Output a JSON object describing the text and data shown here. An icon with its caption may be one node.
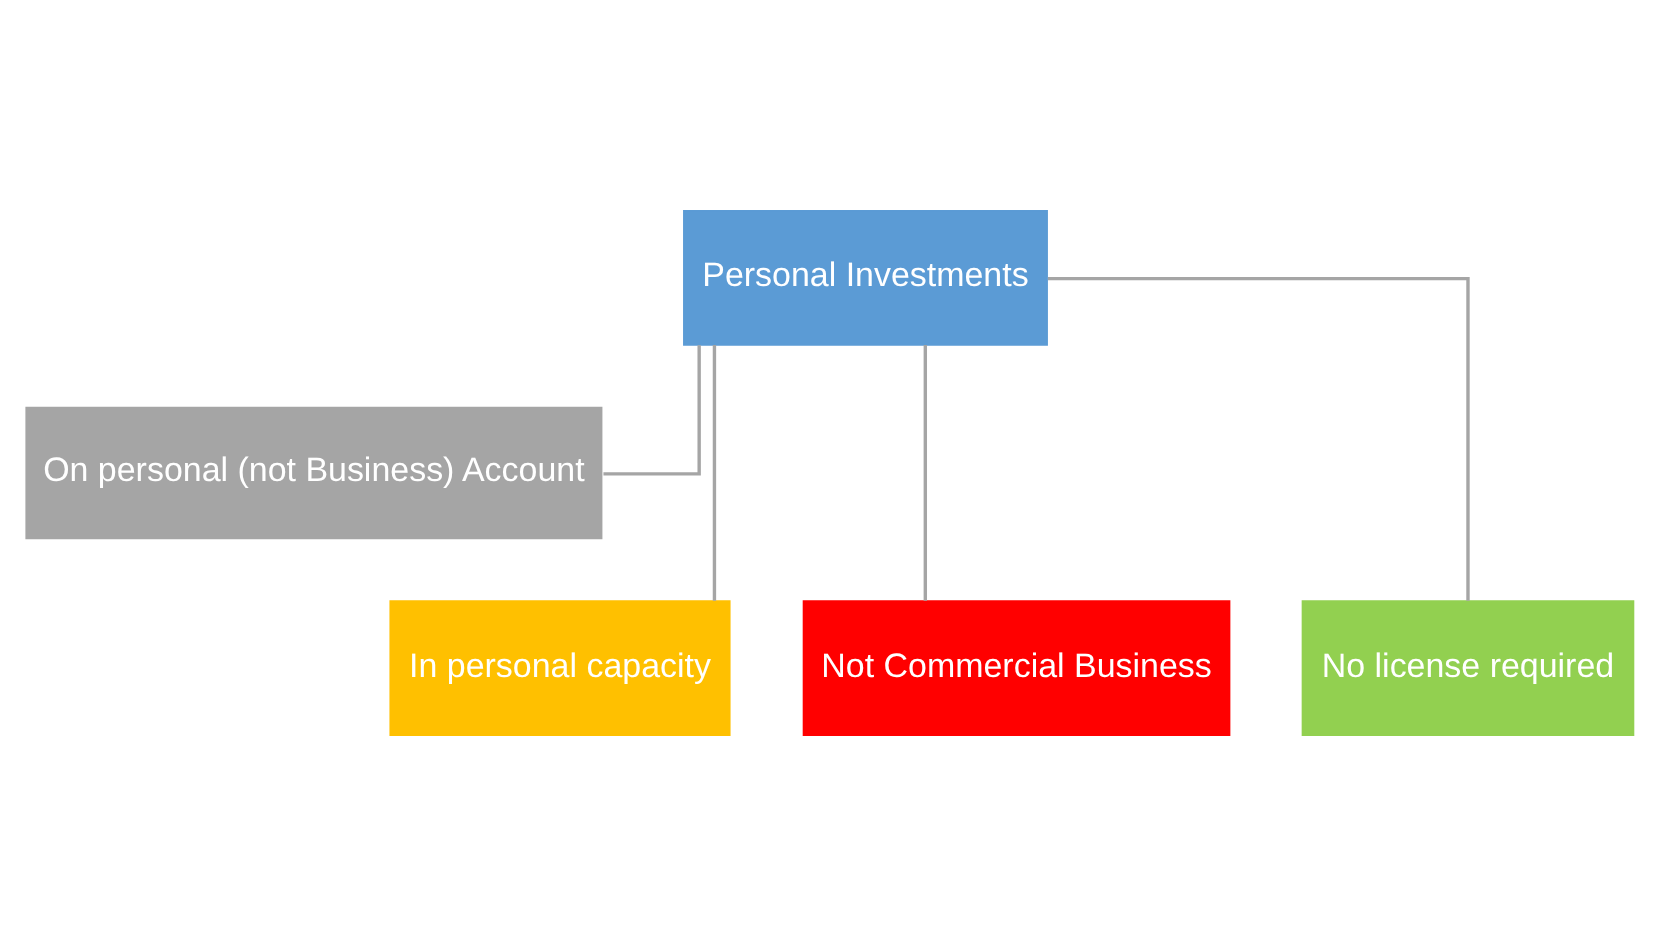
{
  "diagram": {
    "nodes": [
      {
        "text": [
          "Personal Investments"
        ]
      },
      {
        "text": [
          "On personal (not Business) Account"
        ]
      },
      {
        "text": [
          "In personal capacity"
        ]
      },
      {
        "text": [
          "Not Commercial Business"
        ]
      },
      {
        "text": [
          "No license required"
        ]
      }
    ],
    "edges": [
      {
        "from": 0,
        "to": 1,
        "arrow": "none"
      },
      {
        "from": 0,
        "to": 2,
        "arrow": "none"
      },
      {
        "from": 0,
        "to": 3,
        "arrow": "none"
      },
      {
        "from": 0,
        "to": 4,
        "arrow": "none"
      }
    ]
  }
}
